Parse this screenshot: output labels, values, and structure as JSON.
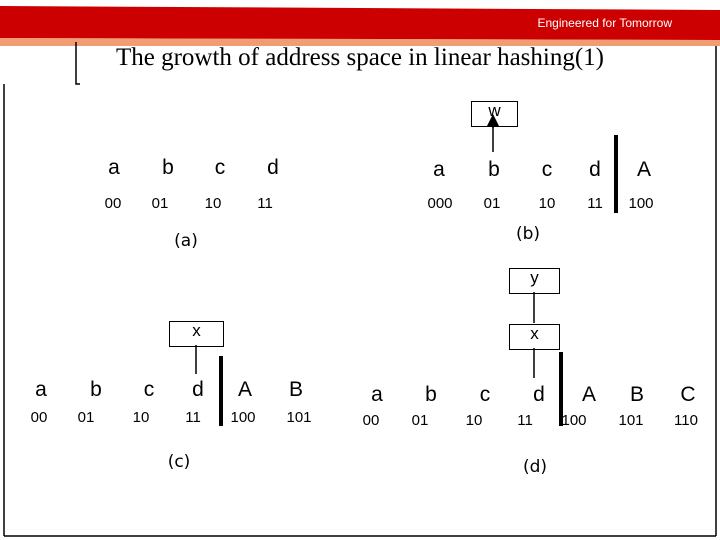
{
  "header": {
    "tagline": "Engineered for Tomorrow",
    "brand_color": "#cc0000"
  },
  "title": "The growth of address space in linear hashing(1)",
  "diagram": {
    "a": {
      "caption": "(a)",
      "buckets": [
        {
          "label": "a",
          "addr": "00"
        },
        {
          "label": "b",
          "addr": "01"
        },
        {
          "label": "c",
          "addr": "10"
        },
        {
          "label": "d",
          "addr": "11"
        }
      ]
    },
    "b": {
      "caption": "(b)",
      "pointer": "w",
      "buckets": [
        {
          "label": "a",
          "addr": "000"
        },
        {
          "label": "b",
          "addr": "01"
        },
        {
          "label": "c",
          "addr": "10"
        },
        {
          "label": "d",
          "addr": "11"
        },
        {
          "label": "A",
          "addr": "100"
        }
      ]
    },
    "c": {
      "caption": "(c)",
      "pointer": "x",
      "buckets": [
        {
          "label": "a",
          "addr": "00"
        },
        {
          "label": "b",
          "addr": "01"
        },
        {
          "label": "c",
          "addr": "10"
        },
        {
          "label": "d",
          "addr": "11"
        },
        {
          "label": "A",
          "addr": "100"
        },
        {
          "label": "B",
          "addr": "101"
        }
      ]
    },
    "d": {
      "caption": "(d)",
      "pointer_top": "y",
      "pointer": "x",
      "buckets": [
        {
          "label": "a",
          "addr": "00"
        },
        {
          "label": "b",
          "addr": "01"
        },
        {
          "label": "c",
          "addr": "10"
        },
        {
          "label": "d",
          "addr": "11"
        },
        {
          "label": "A",
          "addr": "100"
        },
        {
          "label": "B",
          "addr": "101"
        },
        {
          "label": "C",
          "addr": "110"
        }
      ]
    }
  }
}
